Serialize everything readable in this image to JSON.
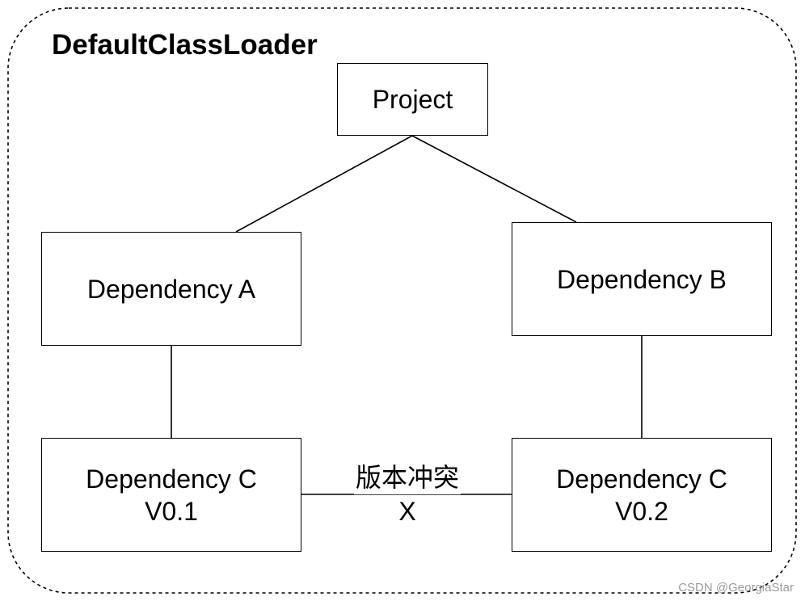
{
  "container": {
    "title": "DefaultClassLoader"
  },
  "nodes": {
    "project": "Project",
    "dep_a": "Dependency A",
    "dep_b": "Dependency B",
    "dep_c_v01": {
      "line1": "Dependency C",
      "line2": "V0.1"
    },
    "dep_c_v02": {
      "line1": "Dependency C",
      "line2": "V0.2"
    }
  },
  "conflict": {
    "label": "版本冲突",
    "mark": "X"
  },
  "watermark": "CSDN @GeorgiaStar"
}
